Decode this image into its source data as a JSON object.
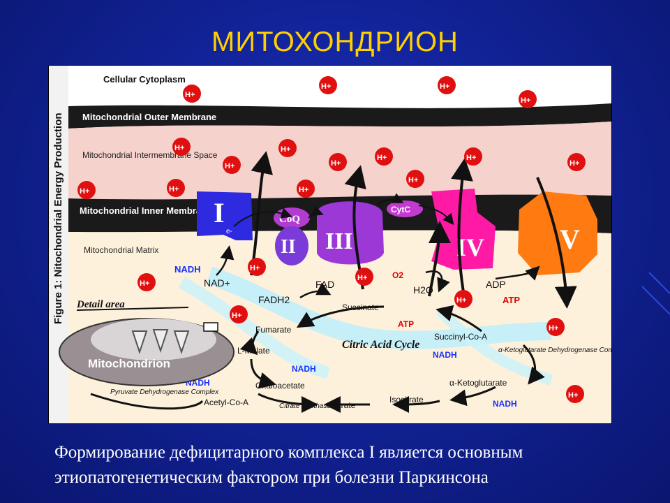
{
  "slide": {
    "title": "МИТОХОНДРИОН",
    "caption_line1": "Формирование дефицитарного комплекса I является основным",
    "caption_line2": "этиопатогенетическим фактором при болезни Паркинсона"
  },
  "figure": {
    "side_caption": "Figure 1: Nitochondrial Energy Production",
    "regions": {
      "cytoplasm": "Cellular Cytoplasm",
      "outer_membrane": "Mitochondrial Outer Membrane",
      "intermembrane": "Mitochondrial Intermembrane Space",
      "inner_membrane": "Mitochondrial Inner Membrane",
      "matrix": "Mitochondrial Matrix"
    },
    "complexes": [
      "I",
      "II",
      "III",
      "IV",
      "V"
    ],
    "carriers": {
      "coq": "CoQ",
      "cytc": "CytC",
      "electron": "e-"
    },
    "proton": "H+",
    "molecules": {
      "nadh": "NADH",
      "nad": "NAD+",
      "fadh2": "FADH2",
      "fad": "FAD",
      "o2": "O2",
      "h2o": "H2O",
      "adp": "ADP",
      "atp": "ATP"
    },
    "cycle": {
      "name": "Citric Acid Cycle",
      "succinate": "Succinate",
      "fumarate": "Fumarate",
      "malate": "L-Malate",
      "oxaloacetate": "Oxaloacetate",
      "acetyl_coa": "Acetyl-Co-A",
      "citrate": "Citrate",
      "isocitrate": "Isocitrate",
      "ketoglutarate": "α-Ketoglutarate",
      "succinyl_coa": "Succinyl-Co-A",
      "kgdh": "α-Ketoglutarate Dehydrogenase Complex",
      "pdh": "Pyruvate Dehydrogenase Complex",
      "citrate_synthase": "Citrate Synthase"
    },
    "detail_area": "Detail area",
    "mitochondrion_label": "Mitochondrion"
  },
  "colors": {
    "title": "#ffd000",
    "proton": "#e01010",
    "complex_I": "#2d2adf",
    "complex_II": "#7a3bd8",
    "complex_III": "#9b38d6",
    "complex_IV": "#ff1aa6",
    "complex_V": "#ff7a10",
    "nadh_text": "#1530ff",
    "atp_text": "#e00000",
    "membrane": "#1a1a1a",
    "intermembrane": "#f6d2cc",
    "matrix": "#fdf1dc"
  }
}
